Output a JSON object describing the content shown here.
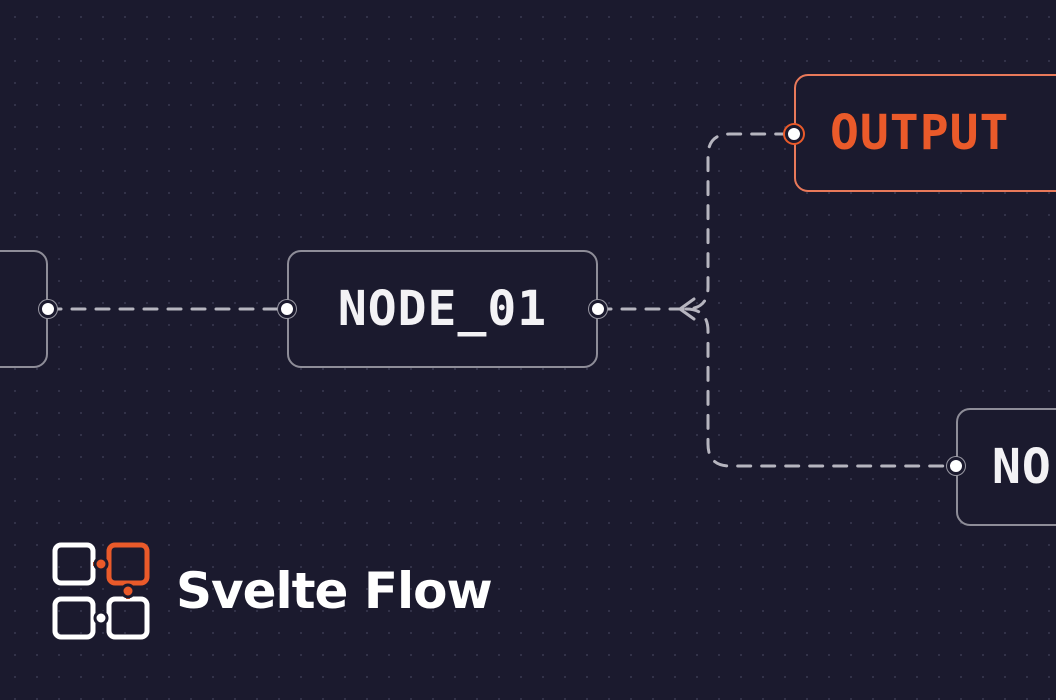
{
  "brand": {
    "name": "Svelte Flow",
    "logo_icon": "svelte-flow-logo-icon"
  },
  "colors": {
    "background": "#1b1a2e",
    "node_border": "#8e8d98",
    "node_text": "#f3f2f5",
    "accent": "#ea5a2a",
    "accent_border": "#e9795a",
    "edge": "#b6b5bf"
  },
  "nodes": {
    "input_partial": {
      "label": ""
    },
    "node_01": {
      "label": "NODE_01"
    },
    "output": {
      "label": "OUTPUT"
    },
    "node_partial": {
      "label": "NO"
    }
  }
}
